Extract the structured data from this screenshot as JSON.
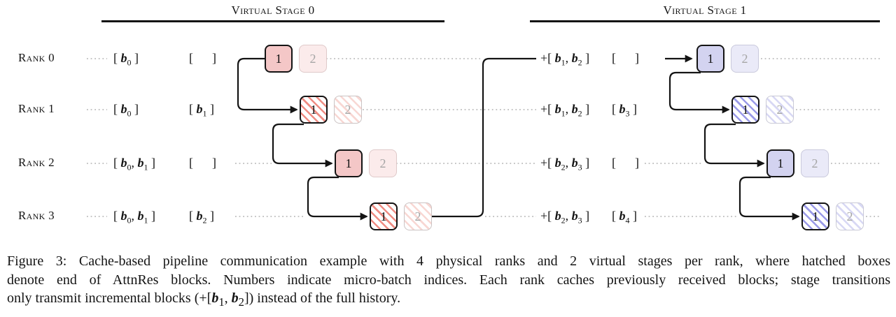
{
  "figure": {
    "stage_headers": [
      "Virtual Stage 0",
      "Virtual Stage 1"
    ],
    "ranks": [
      {
        "label": "Rank 0",
        "cache": "[ b_0 ]",
        "incoming": "[      ]",
        "delta": "+[ b_1, b_2 ]",
        "delta_incoming": "[      ]"
      },
      {
        "label": "Rank 1",
        "cache": "[ b_0 ]",
        "incoming": "[ b_1 ]",
        "delta": "+[ b_1, b_2 ]",
        "delta_incoming": "[ b_3 ]"
      },
      {
        "label": "Rank 2",
        "cache": "[ b_0, b_1 ]",
        "incoming": "[      ]",
        "delta": "+[ b_2, b_3 ]",
        "delta_incoming": "[      ]"
      },
      {
        "label": "Rank 3",
        "cache": "[ b_0, b_1 ]",
        "incoming": "[ b_2 ]",
        "delta": "+[ b_2, b_3 ]",
        "delta_incoming": "[ b_4 ]"
      }
    ],
    "microbatch": {
      "first": "1",
      "second": "2"
    }
  },
  "caption": {
    "lines": [
      "Figure 3: Cache-based pipeline communication example with 4 physical ranks and 2 virtual stages per rank, where hatched boxes",
      "denote end of AttnRes blocks. Numbers indicate micro-batch indices. Each rank caches previously received blocks; stage transitions",
      "only transmit incremental blocks (+[b_1, b_2]) instead of the full history."
    ]
  },
  "colors": {
    "ink": "#141414",
    "dots": "#bcbcbc",
    "faded_num": "#a5a5a5",
    "pink_fill": "#f4c7c7",
    "pink_faded_fill": "#fbebeb",
    "pink_faded_border": "#dfc9c9",
    "red_stripe": "#ef8d84",
    "red_stripe_faded": "#f8d7d3",
    "blue_fill": "#d3d3f0",
    "blue_faded_fill": "#eaeaf8",
    "blue_faded_border": "#c9c9dc",
    "blue_stripe": "#9a9ae8",
    "blue_stripe_faded": "#d8d8f4"
  }
}
